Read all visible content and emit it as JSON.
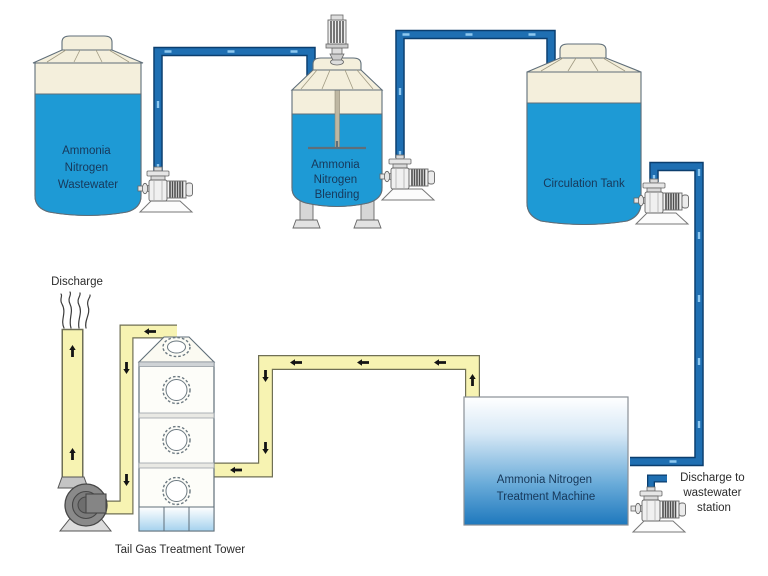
{
  "colors": {
    "tank_blue": "#1E9AD5",
    "tank_cream": "#F4EFDC",
    "pipe_blue": "#1F6FB2",
    "pipe_blue_highlight": "#8EC8F0",
    "gas_yellow": "#F7F3B2",
    "machine_blue": "#1E78BD",
    "fan_gray": "#8A8A8A",
    "label_navy": "#17385A",
    "label_dark": "#2B2B2B"
  },
  "labels": {
    "wastewater_tank": {
      "line1": "Ammonia",
      "line2": "Nitrogen",
      "line3": "Wastewater"
    },
    "blending_tank": {
      "line1": "Ammonia",
      "line2": "Nitrogen",
      "line3": "Blending"
    },
    "circulation_tank": {
      "text": "Circulation Tank"
    },
    "treatment_machine": {
      "line1": "Ammonia Nitrogen",
      "line2": "Treatment Machine"
    },
    "tail_gas_tower": {
      "text": "Tail Gas Treatment Tower"
    },
    "discharge_stack": {
      "text": "Discharge"
    },
    "wastewater_station": {
      "line1": "Discharge to",
      "line2": "wastewater",
      "line3": "station"
    }
  }
}
